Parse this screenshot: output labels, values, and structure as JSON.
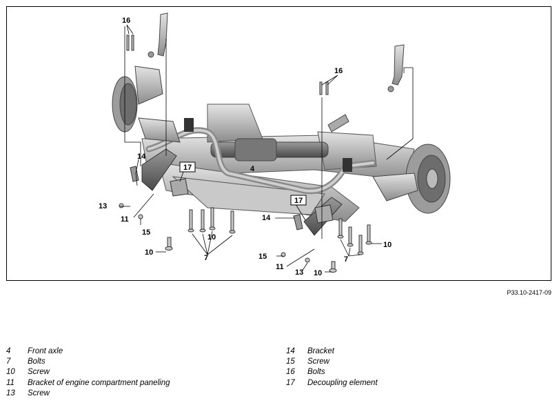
{
  "figure": {
    "reference": "P33.10-2417-09",
    "callouts": [
      "16",
      "16",
      "14",
      "17",
      "4",
      "17",
      "14",
      "13",
      "11",
      "15",
      "10",
      "7",
      "10",
      "15",
      "11",
      "13",
      "10",
      "7",
      "10"
    ]
  },
  "legend": {
    "left": [
      {
        "number": "4",
        "label": "Front axle"
      },
      {
        "number": "7",
        "label": "Bolts"
      },
      {
        "number": "10",
        "label": "Screw"
      },
      {
        "number": "11",
        "label": "Bracket of engine compartment paneling"
      },
      {
        "number": "13",
        "label": "Screw"
      }
    ],
    "right": [
      {
        "number": "14",
        "label": "Bracket"
      },
      {
        "number": "15",
        "label": "Screw"
      },
      {
        "number": "16",
        "label": "Bolts"
      },
      {
        "number": "17",
        "label": "Decoupling element"
      }
    ]
  }
}
